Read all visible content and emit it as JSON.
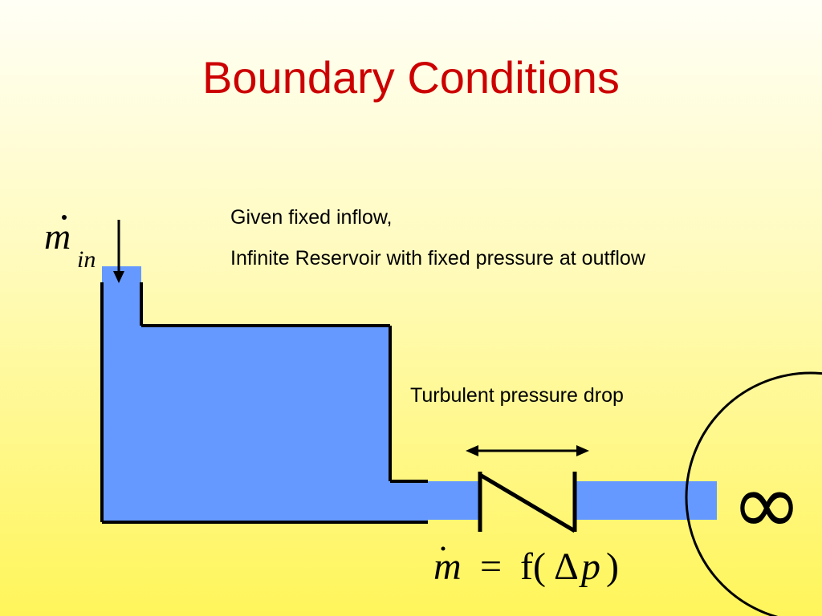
{
  "title": "Boundary Conditions",
  "description": {
    "line1": "Given fixed inflow,",
    "line2": "Infinite Reservoir with fixed pressure at outflow"
  },
  "labels": {
    "inflow_symbol": "m",
    "inflow_subscript": "in",
    "turbulent_label": "Turbulent pressure drop",
    "reservoir_symbol": "∞"
  },
  "equation": {
    "lhs": "m",
    "equals": "=",
    "func": "f(",
    "delta": "Δ",
    "var": "p",
    "close": ")"
  },
  "colors": {
    "title": "#cc0000",
    "fluid": "#6699ff",
    "outline": "#000000"
  }
}
